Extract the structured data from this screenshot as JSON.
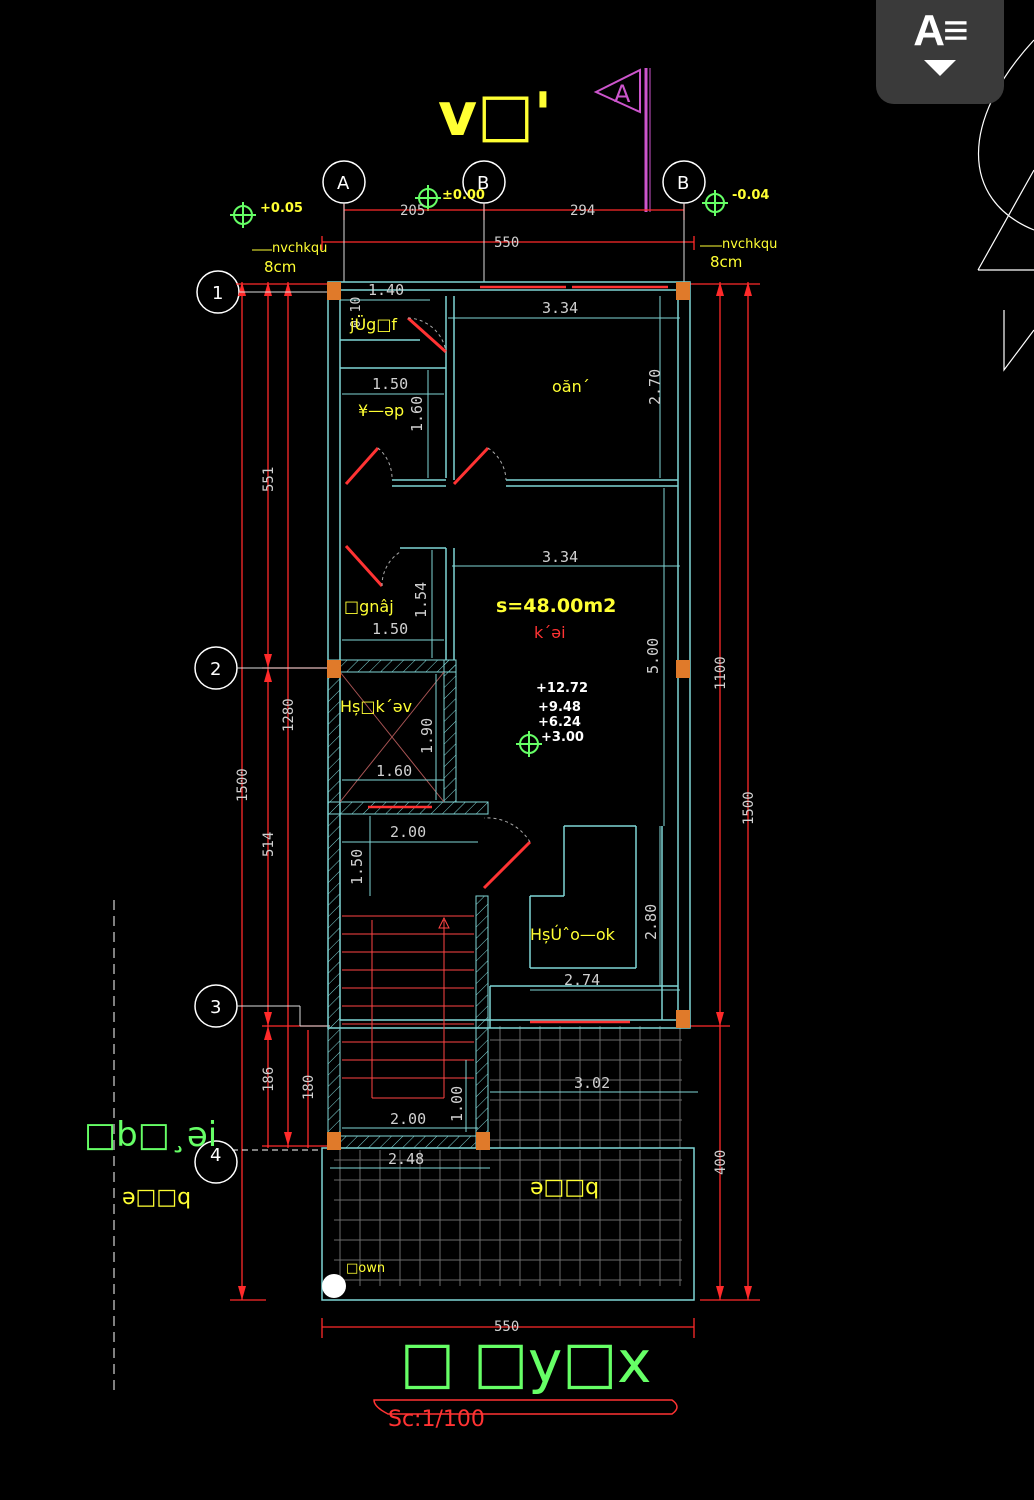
{
  "title": "v□'",
  "section_mark": "A",
  "scale": "Sc:1/100",
  "bottom_title": "□ □y□x",
  "left_note_1": "□b□¸əi",
  "left_note_2": "ə□□q",
  "axis_labels": {
    "a": "A",
    "b1": "B",
    "b2": "B",
    "r1": "1",
    "r2": "2",
    "r3": "3",
    "r4": "4"
  },
  "levels": {
    "left": "+0.05",
    "mid": "±0.00",
    "right": "-0.04"
  },
  "notes": {
    "left_a": "nvchkqu",
    "left_b": "8cm",
    "right_a": "nvchkqu",
    "right_b": "8cm"
  },
  "dims": {
    "top_205": "205",
    "top_294": "294",
    "top_550": "550",
    "bottom_550": "550",
    "d140": "1.40",
    "d334a": "3.34",
    "d270": "2.70",
    "d150a": "1.50",
    "d160v": "1.60",
    "d334b": "3.34",
    "d150b": "1.50",
    "d154": "1.54",
    "d500": "5.00",
    "d190": "1.90",
    "d160h": "1.60",
    "d200a": "2.00",
    "d150v": "1.50",
    "d280": "2.80",
    "d274": "2.74",
    "d302": "3.02",
    "d200b": "2.00",
    "d100": "1.00",
    "d248": "2.48",
    "d010": "0.10",
    "l551": "551",
    "l1500": "1500",
    "l1280": "1280",
    "l514": "514",
    "l186": "186",
    "l180": "180",
    "r1100": "1100",
    "r1500": "1500",
    "r400": "400"
  },
  "rooms": {
    "wc": "jÜg□f",
    "bedroom": "oăn´",
    "closet": "¥—əp",
    "kitchen": "□gnâj",
    "area": "s=48.00m2",
    "area_sub": "k´əi",
    "stair_void": "Hș□k´əv",
    "balcony": "HșÚˆo—ok",
    "yard": "ə□□q",
    "down": "□own"
  },
  "stair_levels": [
    "+12.72",
    "+9.48",
    "+6.24",
    "+3.00"
  ],
  "toolbar": {
    "label": "A≡"
  },
  "colors": {
    "wall": "#7fd6d6",
    "dim": "#ff2a2a",
    "text_yellow": "#ffff33",
    "text_green": "#66ff66",
    "text_white": "#ffffff",
    "magenta": "#cc55cc"
  }
}
